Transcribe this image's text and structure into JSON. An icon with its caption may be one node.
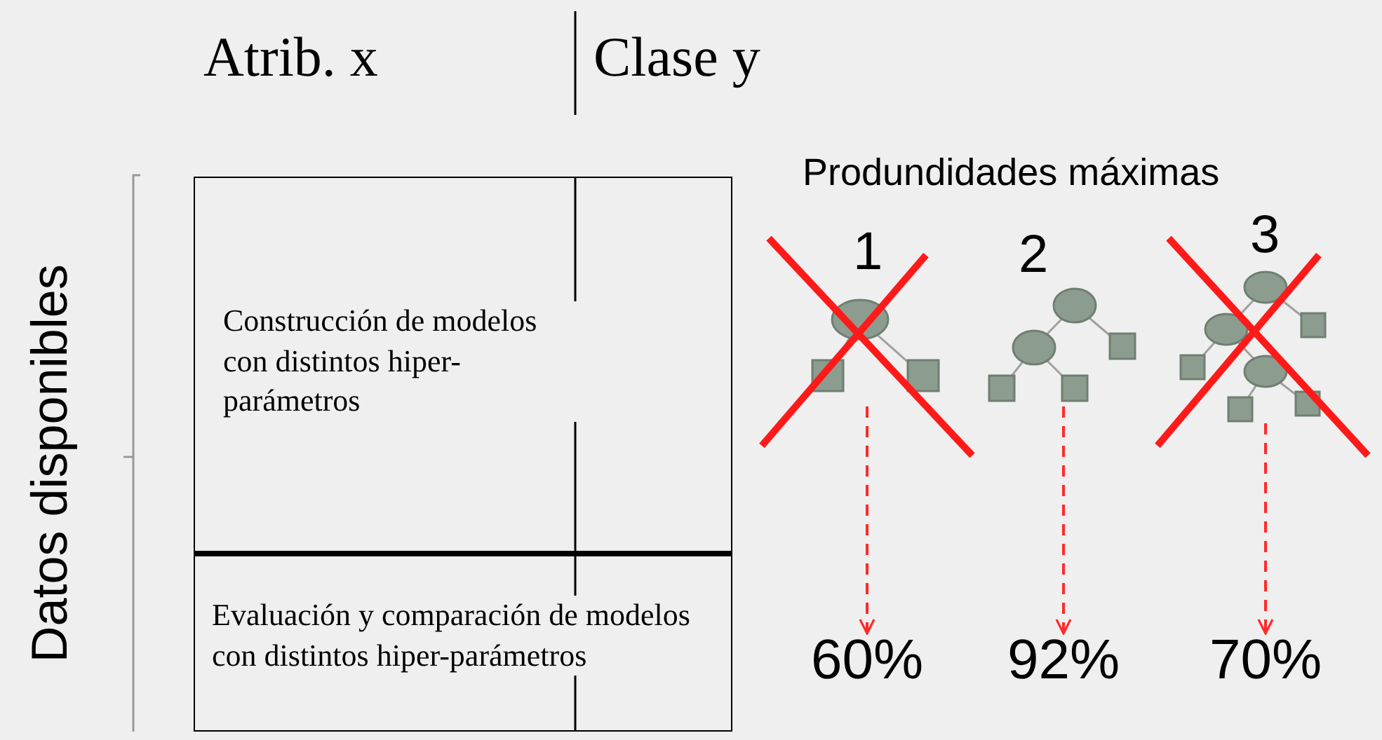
{
  "diagram": {
    "nodes": [
      {
        "text": [
          "Construcción de modelos con distintos hiper-parámetros"
        ]
      },
      {
        "text": [
          "Evaluación y comparación de modelos con distintos hiper-parámetros"
        ]
      },
      {
        "text": [],
        "shape": "picture",
        "beside": [
          "1"
        ]
      },
      {
        "text": [],
        "shape": "picture",
        "beside": [
          "2"
        ]
      },
      {
        "text": [],
        "shape": "picture",
        "beside": [
          "3"
        ]
      },
      {
        "text": [
          "60%"
        ]
      },
      {
        "text": [
          "92%"
        ]
      },
      {
        "text": [
          "70%"
        ]
      }
    ],
    "edges": [
      {
        "from": 2,
        "to": 5,
        "arrow": "to",
        "style": "dashed"
      },
      {
        "from": 3,
        "to": 6,
        "arrow": "to",
        "style": "dashed"
      },
      {
        "from": 4,
        "to": 7,
        "arrow": "to",
        "style": "dashed"
      }
    ],
    "labels": [
      "Atrib. x",
      "Clase y",
      "Datos disponibles",
      "Produndidades máximas"
    ]
  }
}
